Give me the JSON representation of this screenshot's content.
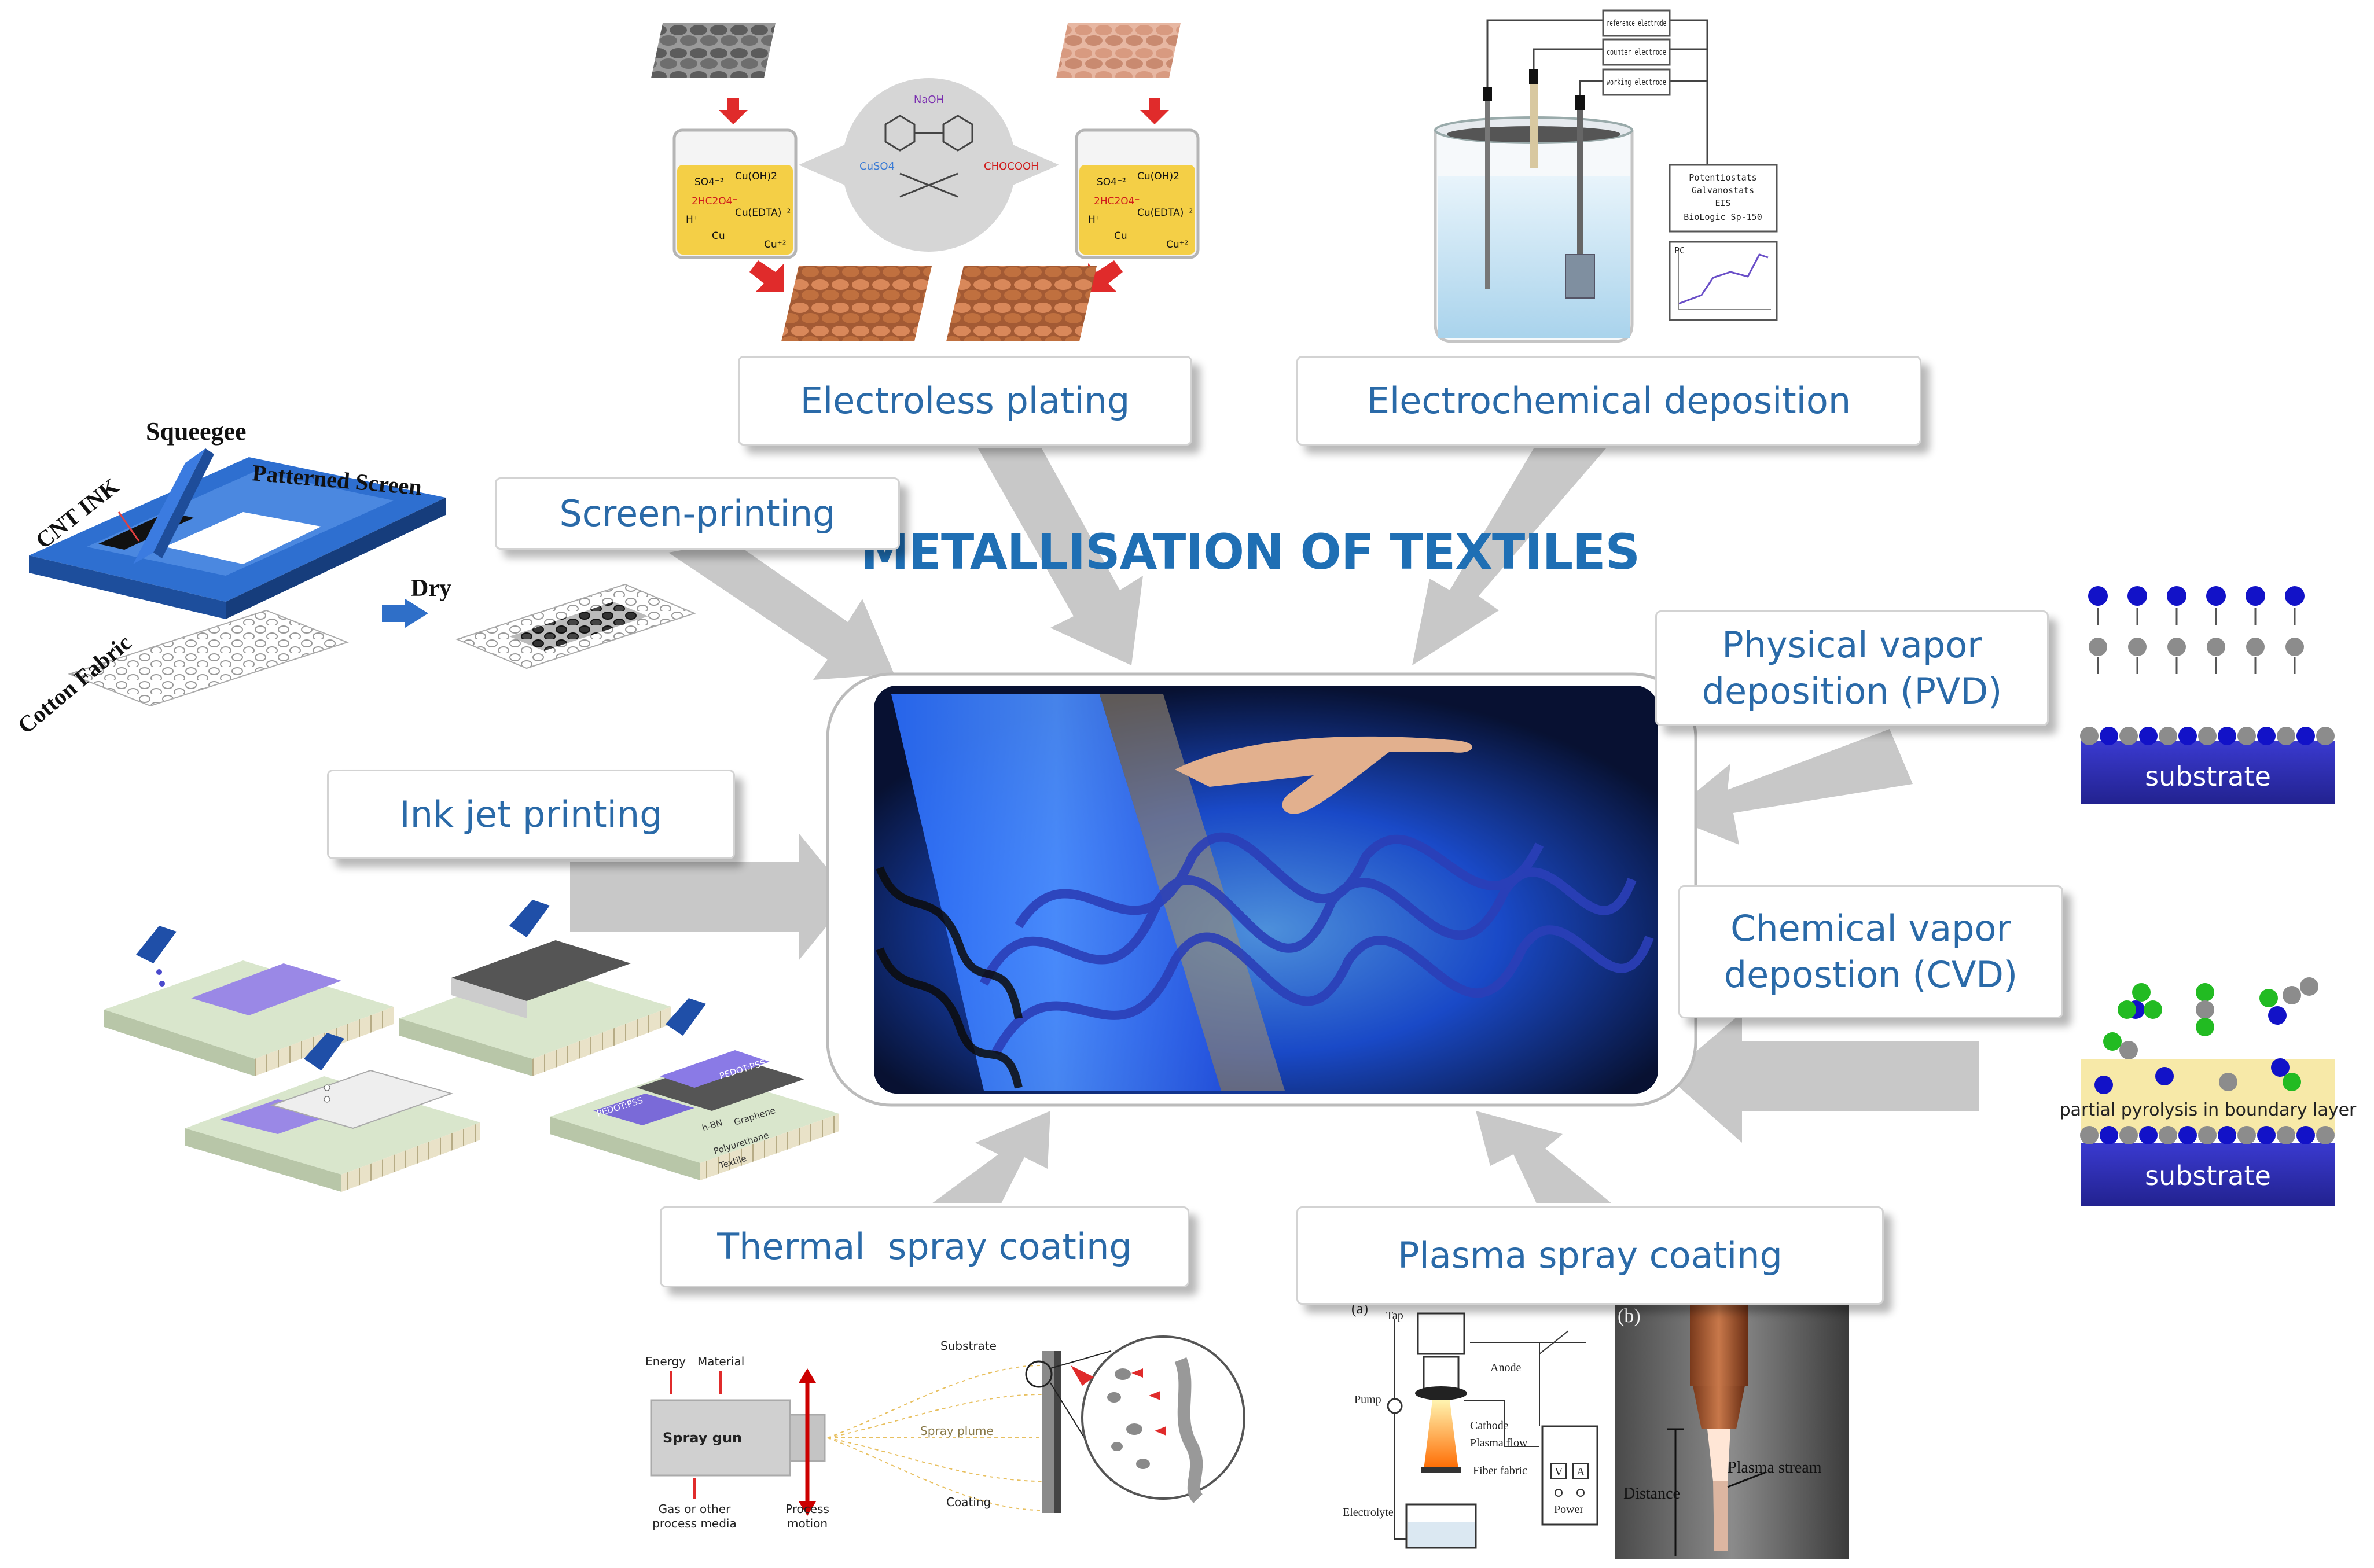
{
  "title": "METALLISATION OF TEXTILES",
  "methods": {
    "electroless_plating": "Electroless plating",
    "electrochemical_deposition": "Electrochemical deposition",
    "screen_printing": "Screen-printing",
    "ink_jet_printing": "Ink jet printing",
    "pvd_line1": "Physical vapor",
    "pvd_line2": "deposition (PVD)",
    "cvd_line1": "Chemical vapor",
    "cvd_line2": "depostion (CVD)",
    "thermal_spray": "Thermal  spray coating",
    "plasma_spray": "Plasma spray coating"
  },
  "electroless_figure": {
    "naoh": "NaOH",
    "cuso4": "CuSO4",
    "chocooh": "CHOCOOH",
    "beaker_left": [
      "SO4⁻²",
      "Cu(OH)2",
      "2HC2O4⁻",
      "Cu(EDTA)⁻²",
      "H⁺",
      "Cu",
      "Cu⁺²"
    ],
    "beaker_right": [
      "SO4⁻²",
      "Cu(OH)2",
      "2HC2O4⁻",
      "Cu(EDTA)⁻²",
      "H⁺",
      "Cu",
      "Cu⁺²"
    ]
  },
  "electrochem_figure": {
    "reference": "reference electrode",
    "counter": "counter electrode",
    "working": "working electrode",
    "instrument": [
      "Potentiostats",
      "Galvanostats",
      "EIS",
      "BioLogic Sp-150"
    ],
    "pc": "PC"
  },
  "screen_figure": {
    "squeegee": "Squeegee",
    "patterned_screen": "Patterned Screen",
    "cnt_ink": "CNT INK",
    "dry": "Dry",
    "cotton_fabric": "Cotton Fabric"
  },
  "inkjet_figure": {
    "layers": [
      "PEDOT:PSS",
      "PEDOT:PSS",
      "h-BN",
      "Graphene",
      "Polyurethane",
      "Textile"
    ]
  },
  "pvd_figure": {
    "substrate": "substrate"
  },
  "cvd_figure": {
    "substrate": "substrate",
    "boundary": "partial pyrolysis in boundary layer"
  },
  "thermal_figure": {
    "energy": "Energy",
    "material": "Material",
    "gun": "Spray gun",
    "gas": [
      "Gas or other",
      "process media"
    ],
    "process": [
      "Process",
      "motion"
    ],
    "plume": "Spray plume",
    "substrate": "Substrate",
    "coating": "Coating"
  },
  "plasma_figure": {
    "a": "(a)",
    "b": "(b)",
    "tap": "Tap",
    "anode": "Anode",
    "pump": "Pump",
    "cathode": "Cathode",
    "plasma_flow": "Plasma flow",
    "fiber_fabric": "Fiber fabric",
    "electrolyte": "Electrolyte",
    "power": "Power",
    "v": "V",
    "a_meter": "A",
    "distance": "Distance",
    "plasma_stream": "Plasma stream"
  }
}
